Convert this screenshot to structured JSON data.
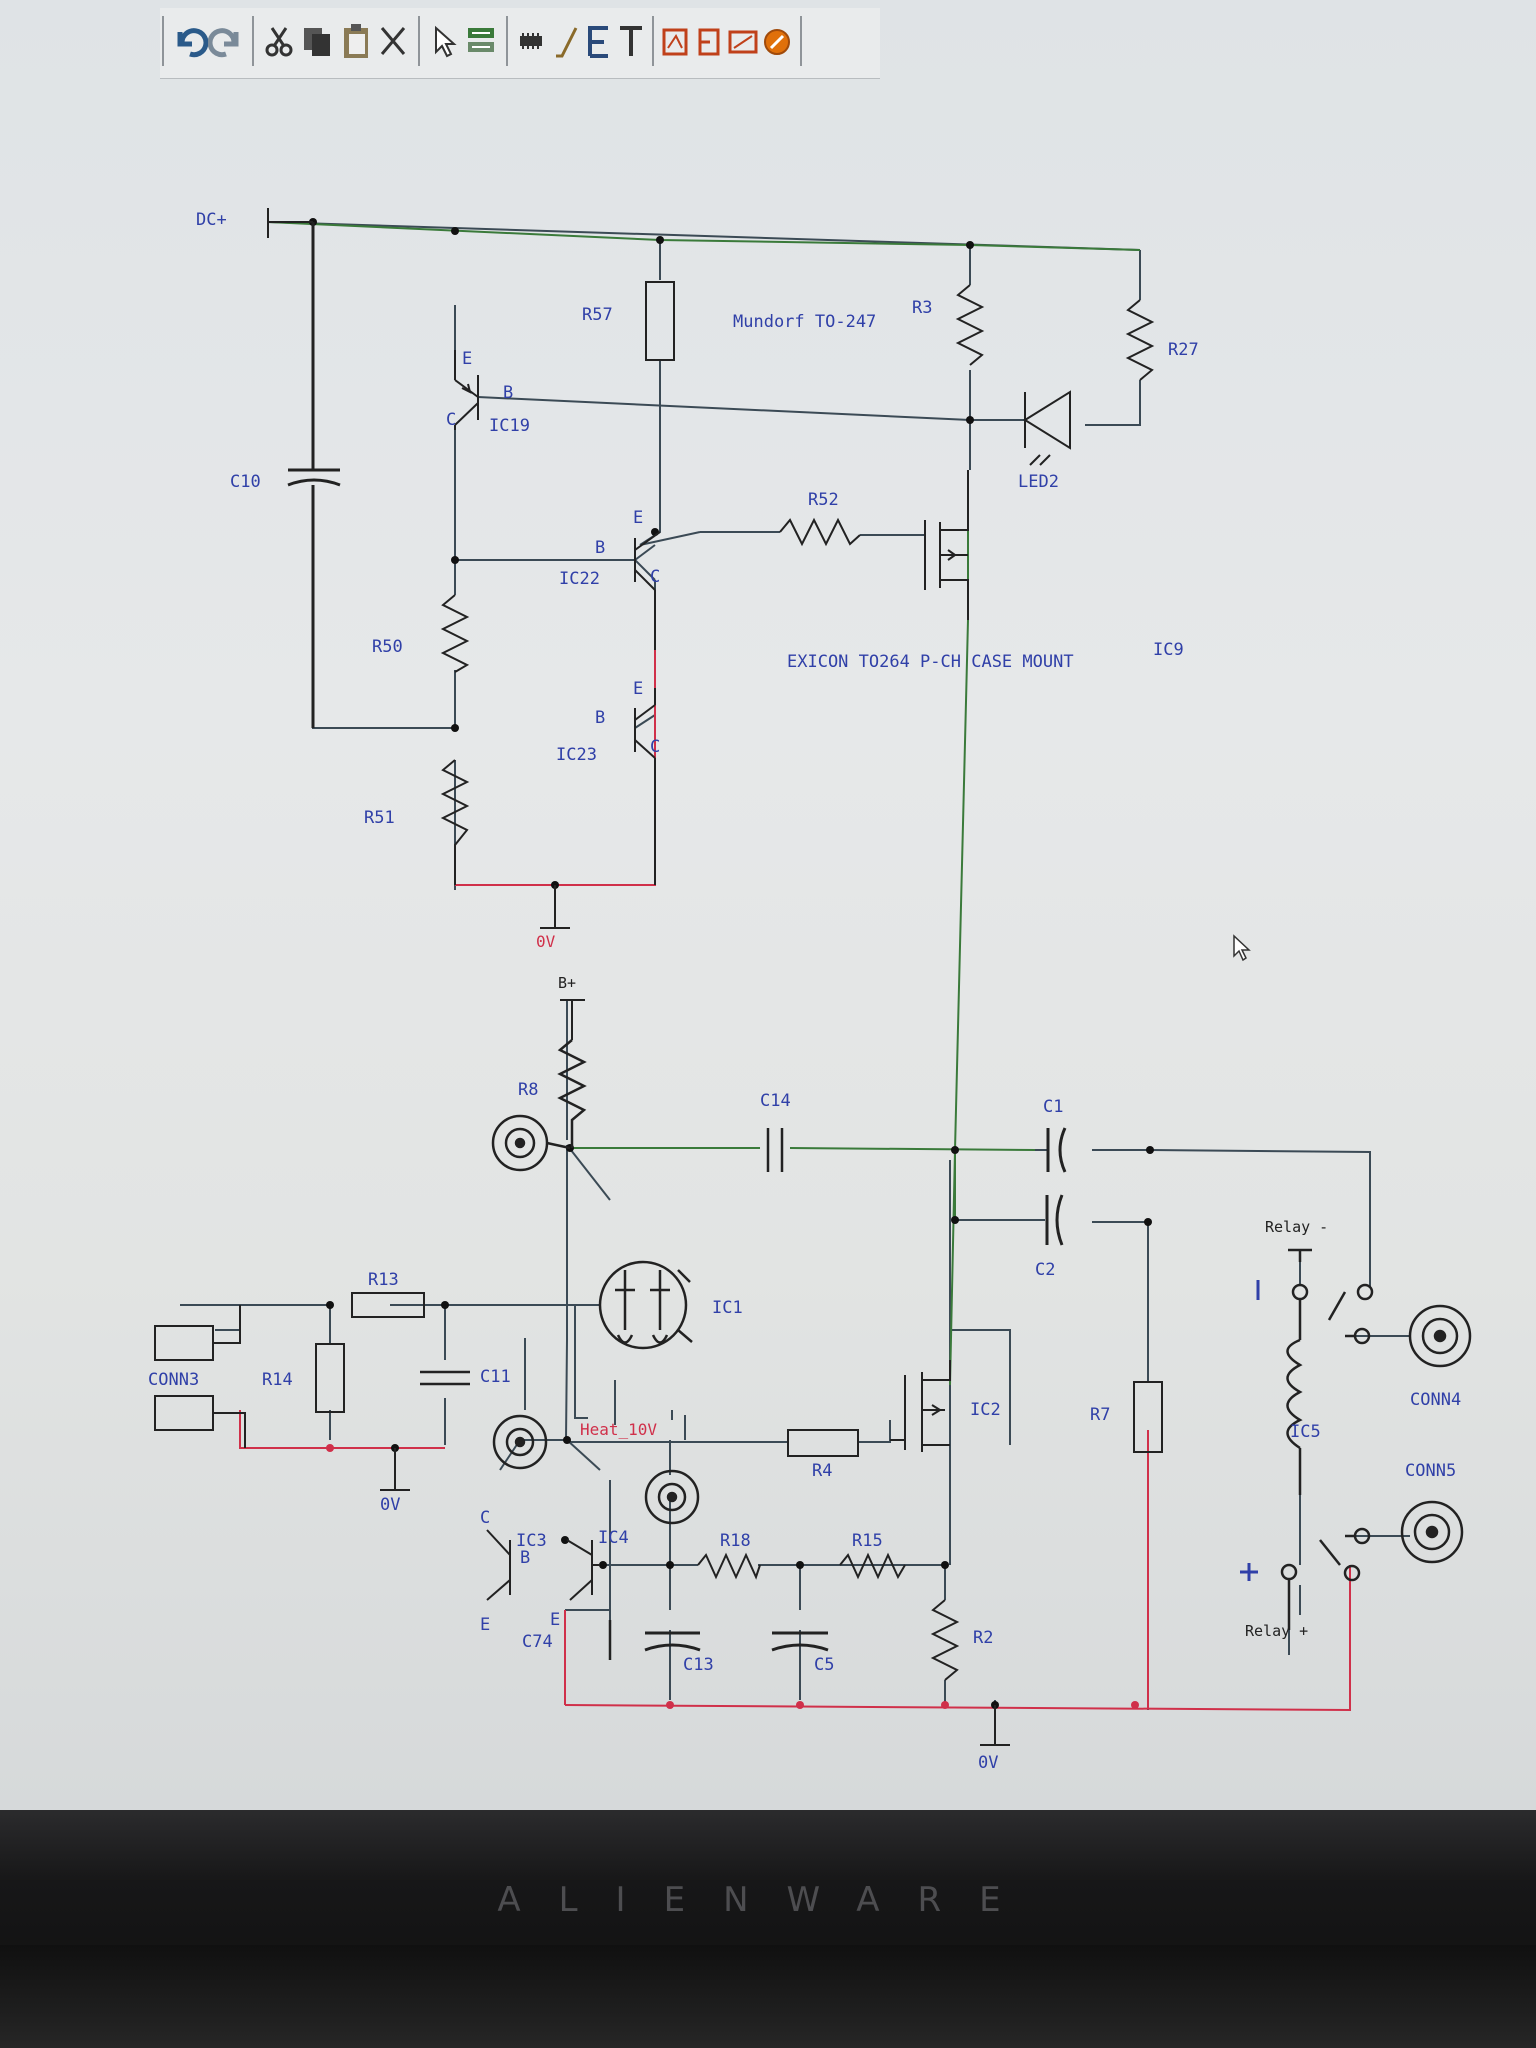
{
  "toolbar": {
    "tools": [
      {
        "name": "undo-icon"
      },
      {
        "name": "redo-icon"
      },
      {
        "name": "cut-icon"
      },
      {
        "name": "copy-icon"
      },
      {
        "name": "paste-icon"
      },
      {
        "name": "delete-icon"
      },
      {
        "name": "select-pointer-icon"
      },
      {
        "name": "component-library-icon"
      },
      {
        "name": "ic-part-icon"
      },
      {
        "name": "wire-icon"
      },
      {
        "name": "bus-icon"
      },
      {
        "name": "text-icon"
      },
      {
        "name": "place-symbol-icon"
      },
      {
        "name": "place-port-icon"
      },
      {
        "name": "place-box-icon"
      },
      {
        "name": "stop-icon"
      }
    ]
  },
  "schematic": {
    "labels": {
      "dc_plus": "DC+",
      "r57": "R57",
      "mundorf": "Mundorf TO-247",
      "r3": "R3",
      "r27": "R27",
      "ic19": "IC19",
      "c10": "C10",
      "r52": "R52",
      "led2": "LED2",
      "ic22": "IC22",
      "r50": "R50",
      "exicon": "EXICON TO264 P-CH CASE MOUNT",
      "ic9": "IC9",
      "ic23": "IC23",
      "r51": "R51",
      "zero_v_top": "0V",
      "b_plus": "B+",
      "r8": "R8",
      "c14": "C14",
      "c1": "C1",
      "c2": "C2",
      "relay_minus": "Relay -",
      "r13": "R13",
      "ic1": "IC1",
      "conn3": "CONN3",
      "r14": "R14",
      "c11": "C11",
      "ic2": "IC2",
      "r7": "R7",
      "conn4": "CONN4",
      "ic5": "IC5",
      "heat": "Heat_10V",
      "zero_v_left": "0V",
      "r4": "R4",
      "conn5": "CONN5",
      "ic3": "IC3",
      "ic4": "IC4",
      "r18": "R18",
      "r15": "R15",
      "r2": "R2",
      "c74": "C74",
      "c13": "C13",
      "c5": "C5",
      "relay_plus": "Relay +",
      "zero_v_bottom": "0V",
      "pin_e": "E",
      "pin_b": "B",
      "pin_c": "C",
      "plus_sign": "+"
    }
  },
  "monitor": {
    "brand": "ALIENWARE"
  },
  "colors": {
    "label_blue": "#3040a8",
    "wire_red": "#d0304a",
    "wire_green": "#3a7a3a",
    "wire_dark": "#3b4a55"
  }
}
